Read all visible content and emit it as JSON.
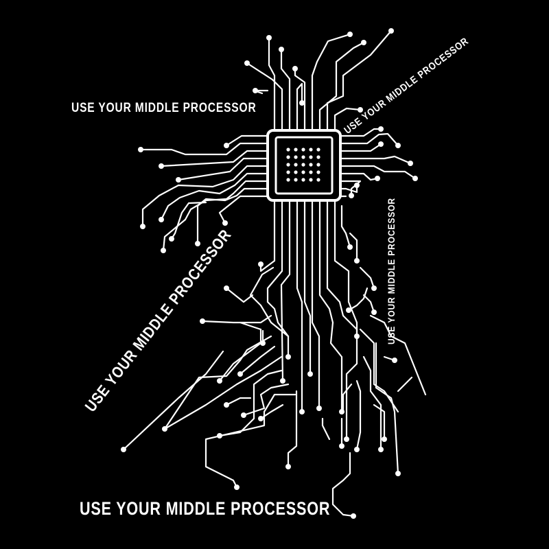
{
  "slogans": [
    "USE YOUR MIDDLE PROCESSOR",
    "USE YOUR MIDDLE PROCESSOR",
    "USE YOUR MIDDLE PROCESSOR",
    "USE YOUR MIDDLE PROCESSOR",
    "USE YOUR MIDDLE PROCESSOR"
  ],
  "colors": {
    "background": "#000000",
    "foreground": "#ffffff"
  }
}
